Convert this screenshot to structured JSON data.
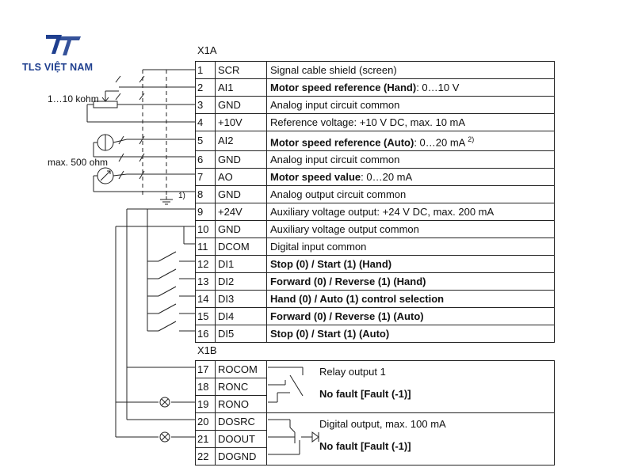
{
  "logo": {
    "text": "TLS VIỆT NAM",
    "icon": "tls-logo-icon",
    "color": "#1f3f8f"
  },
  "x1a": {
    "label": "X1A",
    "rows": [
      {
        "num": "1",
        "sig": "SCR",
        "desc": "Signal cable shield (screen)",
        "bold": ""
      },
      {
        "num": "2",
        "sig": "AI1",
        "bold": "Motor speed reference (Hand)",
        "desc": ": 0…10 V"
      },
      {
        "num": "3",
        "sig": "GND",
        "desc": "Analog input circuit common",
        "bold": ""
      },
      {
        "num": "4",
        "sig": "+10V",
        "desc": "Reference voltage: +10 V DC, max. 10 mA",
        "bold": ""
      },
      {
        "num": "5",
        "sig": "AI2",
        "bold": "Motor speed reference (Auto)",
        "desc": ": 0…20 mA ",
        "sup": "2)"
      },
      {
        "num": "6",
        "sig": "GND",
        "desc": "Analog input circuit common",
        "bold": ""
      },
      {
        "num": "7",
        "sig": "AO",
        "bold": "Motor speed value",
        "desc": ": 0…20 mA"
      },
      {
        "num": "8",
        "sig": "GND",
        "desc": "Analog output circuit common",
        "bold": ""
      },
      {
        "num": "9",
        "sig": "+24V",
        "desc": "Auxiliary voltage output: +24 V DC, max. 200 mA",
        "bold": ""
      },
      {
        "num": "10",
        "sig": "GND",
        "desc": "Auxiliary voltage output common",
        "bold": ""
      },
      {
        "num": "11",
        "sig": "DCOM",
        "desc": "Digital input common",
        "bold": ""
      },
      {
        "num": "12",
        "sig": "DI1",
        "bold": "Stop (0) / Start (1) (Hand)",
        "desc": ""
      },
      {
        "num": "13",
        "sig": "DI2",
        "bold": "Forward (0) / Reverse (1) (Hand)",
        "desc": ""
      },
      {
        "num": "14",
        "sig": "DI3",
        "bold": "Hand (0) / Auto (1) control selection",
        "desc": ""
      },
      {
        "num": "15",
        "sig": "DI4",
        "bold": "Forward (0) / Reverse (1) (Auto)",
        "desc": ""
      },
      {
        "num": "16",
        "sig": "DI5",
        "bold": "Stop (0) / Start (1) (Auto)",
        "desc": ""
      }
    ]
  },
  "x1b": {
    "label": "X1B",
    "rows": [
      {
        "num": "17",
        "sig": "ROCOM"
      },
      {
        "num": "18",
        "sig": "RONC"
      },
      {
        "num": "19",
        "sig": "RONO"
      },
      {
        "num": "20",
        "sig": "DOSRC"
      },
      {
        "num": "21",
        "sig": "DOOUT"
      },
      {
        "num": "22",
        "sig": "DOGND"
      }
    ],
    "relay": {
      "title": "Relay output 1",
      "state": "No fault [Fault (-1)]"
    },
    "digital": {
      "title": "Digital output, max. 100 mA",
      "state": "No fault [Fault (-1)]"
    }
  },
  "annotations": {
    "pot": "1…10 kohm",
    "meter": "max. 500 ohm",
    "ground_note": "1)"
  }
}
